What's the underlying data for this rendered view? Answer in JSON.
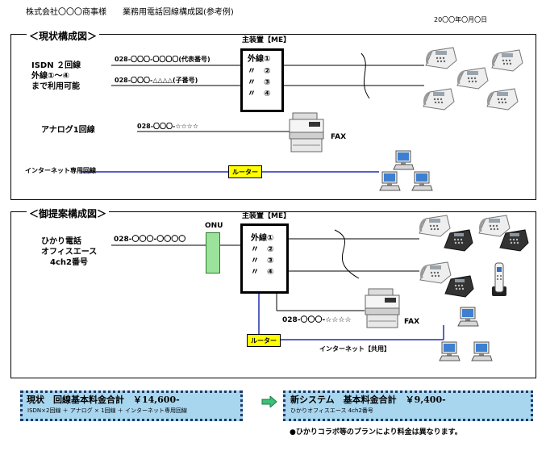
{
  "header": {
    "title": "株式会社〇〇〇商事様　　業務用電話回線構成図(参考例)",
    "date": "20〇〇年〇月〇日"
  },
  "current": {
    "section_title": "＜現状構成図＞",
    "main_unit": "主装置【ME】",
    "isdn_label_lines": [
      "ISDN ２回線",
      "外線①～④",
      "まで利用可能"
    ],
    "line1_number": "028-〇〇〇-〇〇〇〇(代表番号)",
    "line2_number": "028-〇〇〇-△△△△(子番号)",
    "ext_lines": [
      "外線①",
      "〃　②",
      "〃　③",
      "〃　④"
    ],
    "analog_label": "アナログ1回線",
    "analog_number": "028-〇〇〇-☆☆☆☆",
    "fax_label": "FAX",
    "internet_label": "インターネット専用回線",
    "router_label": "ルーター"
  },
  "proposal": {
    "section_title": "＜御提案構成図＞",
    "onu_label": "ONU",
    "main_unit": "主装置【ME】",
    "hikari_label_lines": [
      "ひかり電話",
      "オフィスエース",
      "4ch2番号"
    ],
    "number": "028-〇〇〇-〇〇〇〇",
    "ext_lines": [
      "外線①",
      "〃　②",
      "〃　③",
      "〃　④"
    ],
    "fax_number": "028-〇〇〇-☆☆☆☆",
    "fax_label": "FAX",
    "router_label": "ルーター",
    "internet_label": "インターネット【共用】"
  },
  "summary": {
    "current_title": "現状　回線基本料金合計　￥14,600-",
    "current_detail": "ISDN×2回線 ＋ アナログ × 1回線 ＋ インターネット専用回線",
    "new_title": "新システム　基本料金合計　￥9,400-",
    "new_detail": "ひかりオフィスエース 4ch2番号",
    "note": "●ひかりコラボ等のプランにより料金は異なります。"
  },
  "colors": {
    "router": "#ffff00",
    "onu": "#9be39b",
    "summary_box": "#a9d6ef",
    "summary_border": "#1e3a68",
    "internet_line": "#1f2fb0",
    "arrow": "#3cc07a"
  }
}
